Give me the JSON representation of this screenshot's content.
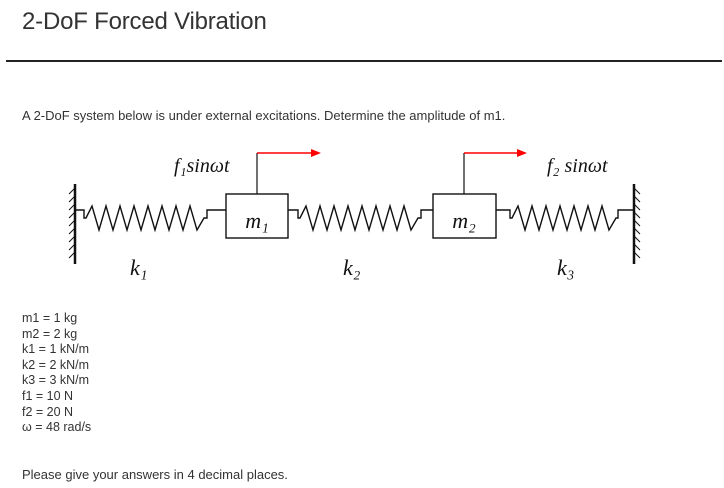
{
  "header": {
    "title": "2-DoF Forced Vibration"
  },
  "problem": {
    "statement": "A 2-DoF system below is under external excitations. Determine the amplitude of m1.",
    "note": "Please give your answers in 4 decimal places."
  },
  "diagram": {
    "force1_label": "f₁sinωt",
    "force2_label": "f₂ sinωt",
    "mass1_label": "m₁",
    "mass2_label": "m₂",
    "spring1_label": "k₁",
    "spring2_label": "k₂",
    "spring3_label": "k₃",
    "force_arrow_color": "#ff0000",
    "line_color": "#111111"
  },
  "parameters": [
    "m1 = 1 kg",
    "m2 = 2 kg",
    "k1 = 1 kN/m",
    "k2 = 2 kN/m",
    "k3 = 3 kN/m",
    "f1 = 10 N",
    "f2 = 20 N",
    "ω = 48 rad/s"
  ]
}
